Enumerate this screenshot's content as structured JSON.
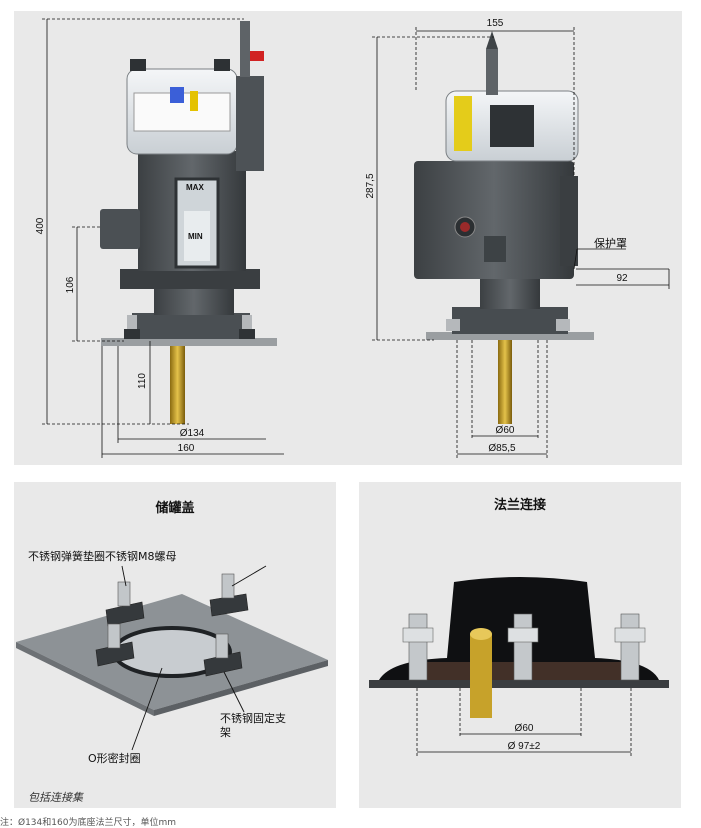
{
  "front_view": {
    "dims": {
      "height_total": "400",
      "height_106": "106",
      "height_110": "110",
      "dia_134": "Ø134",
      "width_160": "160"
    },
    "gauge_labels": {
      "max": "MAX",
      "min": "MIN"
    }
  },
  "side_view": {
    "dims": {
      "width_155": "155",
      "height_287": "287,5",
      "dia_60": "Ø60",
      "dia_85": "Ø85,5",
      "len_92": "92"
    },
    "guard_label": "保护罩"
  },
  "tank_lid": {
    "title": "储罐盖",
    "label_washer_nut": "不锈钢弹簧垫圈不锈钢M8螺母",
    "label_bracket_line1": "不锈钢固定支",
    "label_bracket_line2": "架",
    "label_oring": "O形密封圈",
    "caption": "包括连接集"
  },
  "flange": {
    "title": "法兰连接",
    "dims": {
      "dia_60": "Ø60",
      "dia_97": "Ø 97±2"
    }
  },
  "footer_text": "注：Ø134和160为底座法兰尺寸，单位mm"
}
